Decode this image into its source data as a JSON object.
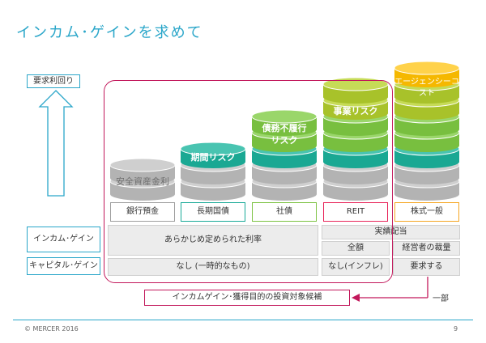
{
  "title": "インカム･ゲインを求めて",
  "side_labels": {
    "required_return": "要求利回り",
    "income_gain": "インカム･ゲイン",
    "capital_gain": "キャピタル･ゲイン"
  },
  "categories": [
    "銀行預金",
    "長期国債",
    "社債",
    "REIT",
    "株式一般"
  ],
  "category_colors": [
    "#9e9e9e",
    "#1aaa98",
    "#7cc242",
    "#e8265b",
    "#f5a623"
  ],
  "layers": {
    "safe_asset_rate": "安全資産金利",
    "term_risk": "期間リスク",
    "default_risk": "債務不履行リスク",
    "business_risk": "事業リスク",
    "agency_cost": "エージェンシーコスト"
  },
  "layer_colors": {
    "gray": "#b3b3b3",
    "teal": "#1aa893",
    "green": "#78bf3f",
    "olive": "#a8c22a",
    "yellow": "#f5b800"
  },
  "income_row": {
    "predetermined": "あらかじめ定められた利率",
    "actual_dividend": "実績配当",
    "full_amount": "全額",
    "management_discretion": "経営者の裁量"
  },
  "capital_row": {
    "none_temporary": "なし (一時的なもの)",
    "none_inflation": "なし(インフレ)",
    "required": "要求する"
  },
  "note": {
    "candidates": "インカムゲイン･獲得目的の投資対象候補",
    "partial": "一部"
  },
  "footer": {
    "copyright": "© MERCER 2016",
    "page_number": "9"
  }
}
